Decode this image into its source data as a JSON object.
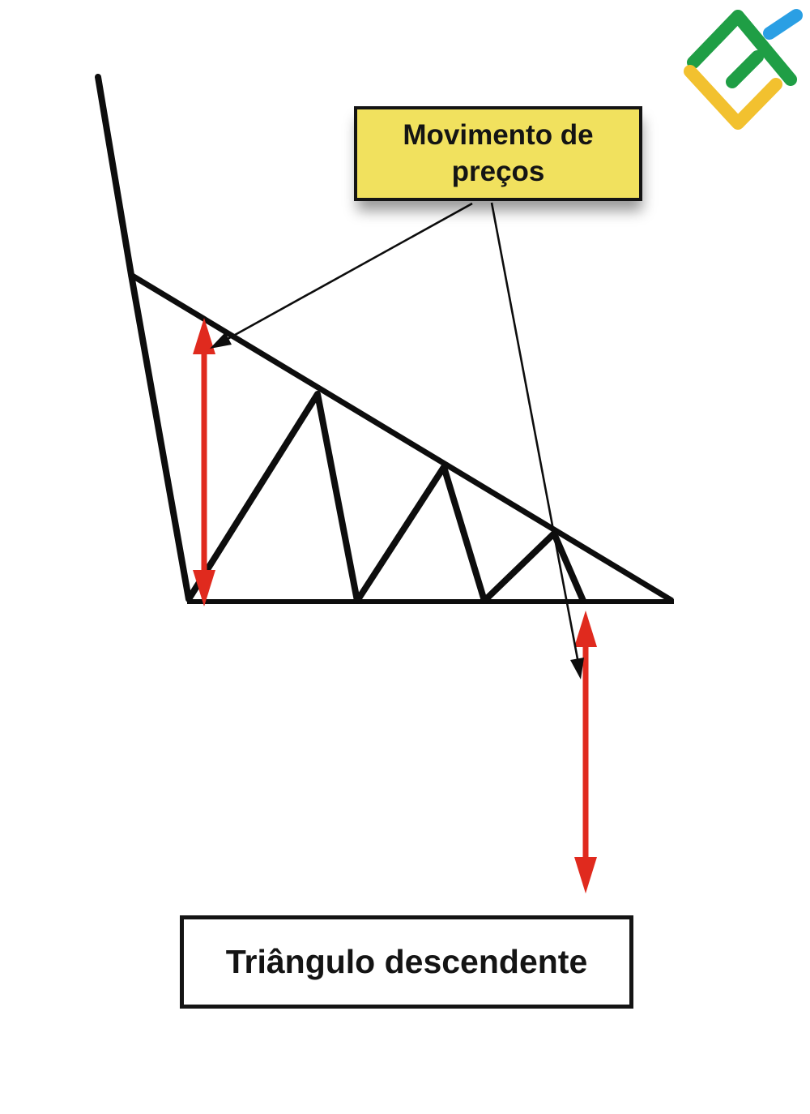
{
  "colors": {
    "background": "#ffffff",
    "line": "#0d0d0d",
    "arrow_red": "#e02a1e",
    "callout_yellow": "#f1e15e",
    "box_white": "#ffffff",
    "border_black": "#141414",
    "text": "#141414",
    "logo_green": "#1f9e45",
    "logo_yellow": "#f2c12f",
    "logo_blue": "#2a9fe4"
  },
  "logo": {
    "icon": "litefinance-logo"
  },
  "annotations": {
    "price_movement_label": "Movimento de preços",
    "pattern_label": "Triângulo descendente"
  },
  "diagram": {
    "pattern": "descending-triangle",
    "elements": {
      "resistance_trendline": "descending upper trendline",
      "support_line": "horizontal lower support",
      "price_path": "zigzag price movement with three lower highs",
      "height_arrow": "red vertical double arrow measuring pattern height",
      "target_arrow": "red vertical double arrow projecting breakout target"
    }
  }
}
